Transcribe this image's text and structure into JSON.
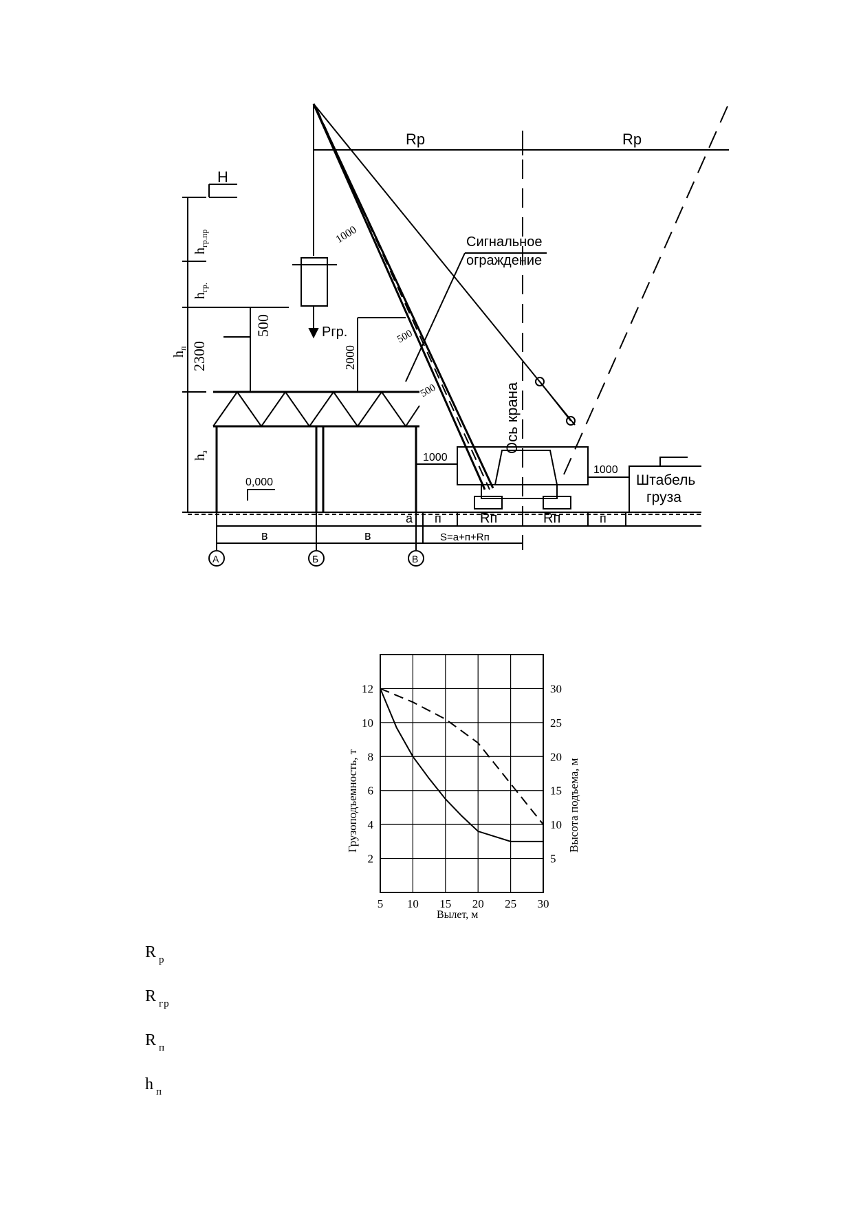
{
  "diagram": {
    "rp": "Rp",
    "h_label": "H",
    "h_gr_pr": "h",
    "h_gr_pr_sub": "гр.пр",
    "h_gr": "h",
    "h_gr_sub": "гр.",
    "h_p": "h",
    "h_p_sub": "п",
    "h_z": "h",
    "h_z_sub": "з",
    "dim_2300": "2300",
    "dim_500": "500",
    "dim_2000": "2000",
    "dim_1000": "1000",
    "dim_500b": "500",
    "dim_500c": "500",
    "elevation_0": "0,000",
    "load_label": "Ргр.",
    "signal_fence_line1": "Сигнальное",
    "signal_fence_line2": "ограждение",
    "crane_axis": "Ось крана",
    "stack_line1": "Штабель",
    "stack_line2": "груза",
    "bay": "в",
    "a": "а",
    "p": "п",
    "rn": "Rп",
    "s_formula": "S=а+п+Rп",
    "axis_a": "А",
    "axis_b": "Б",
    "axis_v": "В"
  },
  "chart_data": {
    "type": "line",
    "xlabel": "Вылет, м",
    "ylabel_left": "Грузоподъемность, т",
    "ylabel_right": "Высота подъема, м",
    "xlim": [
      5,
      30
    ],
    "ylim_left": [
      0,
      14
    ],
    "ylim_right": [
      0,
      35
    ],
    "x_ticks": [
      5,
      10,
      15,
      20,
      25,
      30
    ],
    "y_left_ticks": [
      2,
      4,
      6,
      8,
      10,
      12
    ],
    "y_right_ticks": [
      5,
      10,
      15,
      20,
      25,
      30
    ],
    "grid": true,
    "series": [
      {
        "axis": "left",
        "style": "solid",
        "x": [
          5,
          7.5,
          10,
          12.5,
          15,
          17.5,
          20,
          22.5,
          25,
          30
        ],
        "y": [
          12,
          9.7,
          8,
          6.7,
          5.5,
          4.5,
          3.6,
          3.3,
          3,
          3
        ]
      },
      {
        "axis": "right",
        "style": "dashed",
        "x": [
          5,
          10,
          15,
          20,
          25,
          30
        ],
        "y": [
          30,
          28,
          25.5,
          22,
          16,
          10
        ]
      }
    ]
  },
  "legend": [
    {
      "sym": "R",
      "sub": "р"
    },
    {
      "sym": "R",
      "sub": "гр"
    },
    {
      "sym": "R",
      "sub": "п"
    },
    {
      "sym": "h",
      "sub": "п"
    }
  ]
}
